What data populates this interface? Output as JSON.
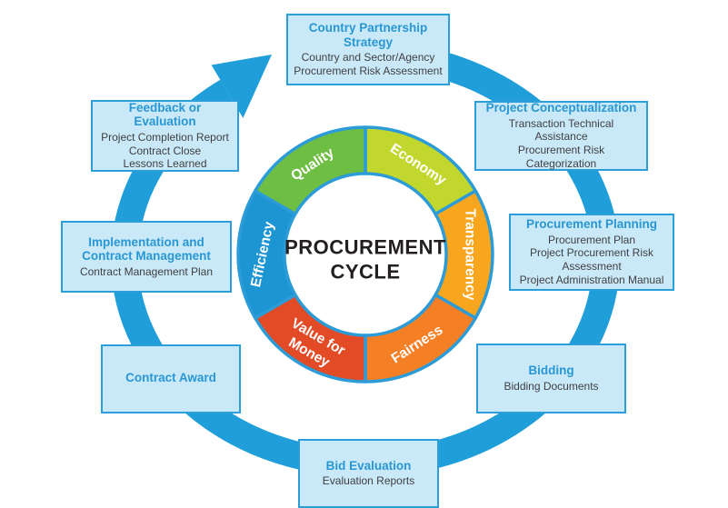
{
  "ring": {
    "color": "#1f9ed9"
  },
  "wheel": {
    "center_title_line1": "PROCUREMENT",
    "center_title_line2": "CYCLE",
    "divider_color": "#2b9cd8",
    "segments": [
      {
        "label": "Economy",
        "color": "#c1d72e"
      },
      {
        "label": "Transparency",
        "color": "#f7a61e"
      },
      {
        "label": "Fairness",
        "color": "#f57f25"
      },
      {
        "label": "Value for",
        "label2": "Money",
        "color": "#e24b26"
      },
      {
        "label": "Efficiency",
        "color": "#1e95d3"
      },
      {
        "label": "Quality",
        "color": "#6fbe44"
      }
    ]
  },
  "boxes": [
    {
      "title": "Country Partnership Strategy",
      "lines": [
        "Country and Sector/Agency",
        "Procurement Risk Assessment"
      ]
    },
    {
      "title": "Project Conceptualization",
      "lines": [
        "Transaction Technical Assistance",
        "Procurement Risk Categorization"
      ]
    },
    {
      "title": "Procurement Planning",
      "lines": [
        "Procurement Plan",
        "Project Procurement Risk",
        "Assessment",
        "Project Administration Manual"
      ]
    },
    {
      "title": "Bidding",
      "lines": [
        "Bidding Documents"
      ]
    },
    {
      "title": "Bid Evaluation",
      "lines": [
        "Evaluation Reports"
      ]
    },
    {
      "title": "Contract Award",
      "lines": []
    },
    {
      "title": "Implementation and Contract Management",
      "lines": [
        "Contract Management Plan"
      ]
    },
    {
      "title": "Feedback or Evaluation",
      "lines": [
        "Project Completion Report",
        "Contract Close",
        "Lessons Learned"
      ]
    }
  ],
  "colors": {
    "box_fill": "#cae9f8",
    "box_border": "#2c9ed9",
    "title_blue": "#2897d3",
    "body_text": "#404042",
    "center_text": "#231f20"
  }
}
